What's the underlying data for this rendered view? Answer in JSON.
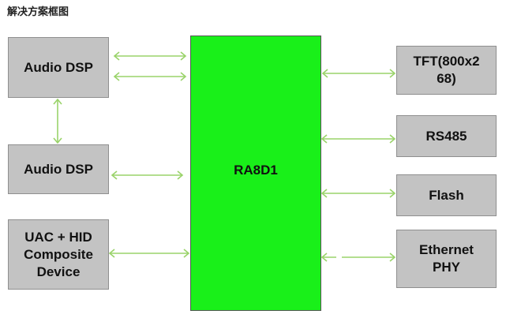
{
  "title": "解决方案框图",
  "center": {
    "label": "RA8D1"
  },
  "left_blocks": [
    {
      "label": "Audio DSP"
    },
    {
      "label": "Audio DSP"
    },
    {
      "label": "UAC + HID\nComposite\nDevice"
    }
  ],
  "right_blocks": [
    {
      "label": "TFT(800x2\n68)"
    },
    {
      "label": "RS485"
    },
    {
      "label": "Flash"
    },
    {
      "label": "Ethernet\nPHY"
    }
  ],
  "colors": {
    "block_fill": "#c3c3c3",
    "center_fill": "#19f019",
    "arrow": "#9ad36a"
  }
}
